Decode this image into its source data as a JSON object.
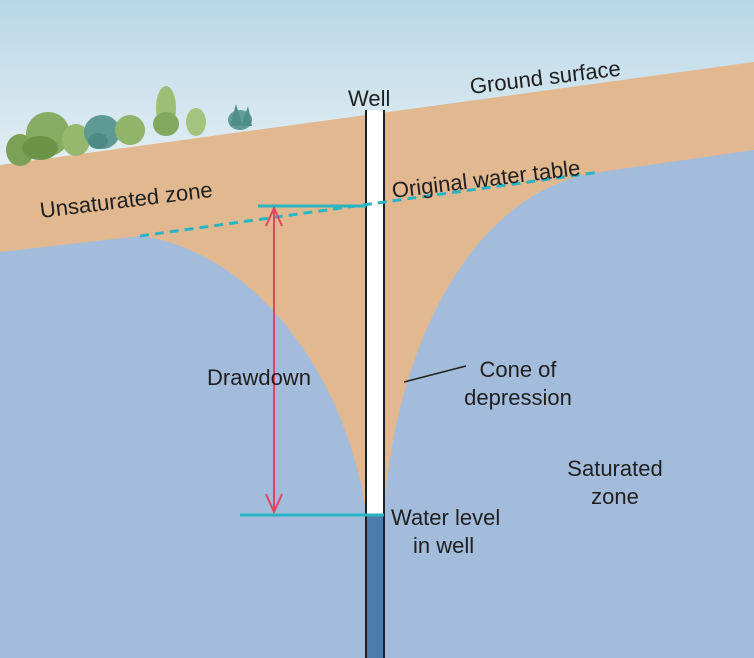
{
  "labels": {
    "well": "Well",
    "ground_surface": "Ground surface",
    "unsaturated_zone": "Unsaturated zone",
    "original_water_table": "Original water table",
    "drawdown": "Drawdown",
    "cone_line1": "Cone of",
    "cone_line2": "depression",
    "saturated_line1": "Saturated",
    "saturated_line2": "zone",
    "water_level_line1": "Water level",
    "water_level_line2": "in well"
  },
  "colors": {
    "sky": "#d3e6ef",
    "soil": "#e1b890",
    "groundwater": "#a3bcdb",
    "well_water": "#4d7bab",
    "water_table_line": "#2ab5c4",
    "drawdown_arrow": "#e0475e",
    "text": "#1f1f1f"
  }
}
